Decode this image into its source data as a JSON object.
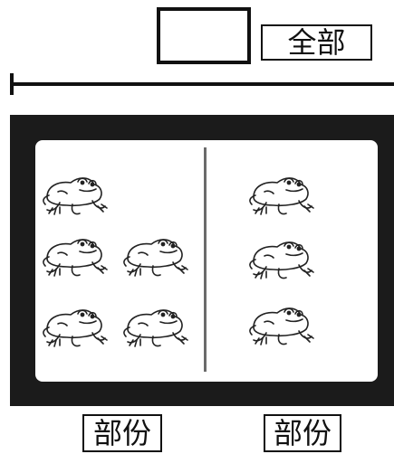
{
  "labels": {
    "whole": "全部",
    "part_left": "部份",
    "part_right": "部份"
  },
  "answer_box": {
    "value": ""
  },
  "groups": {
    "left_count": 5,
    "right_count": 3
  },
  "icons": {
    "item": "frog-icon"
  },
  "colors": {
    "frame": "#1b1b1b",
    "line": "#111111",
    "divider": "#6b6b6b"
  }
}
